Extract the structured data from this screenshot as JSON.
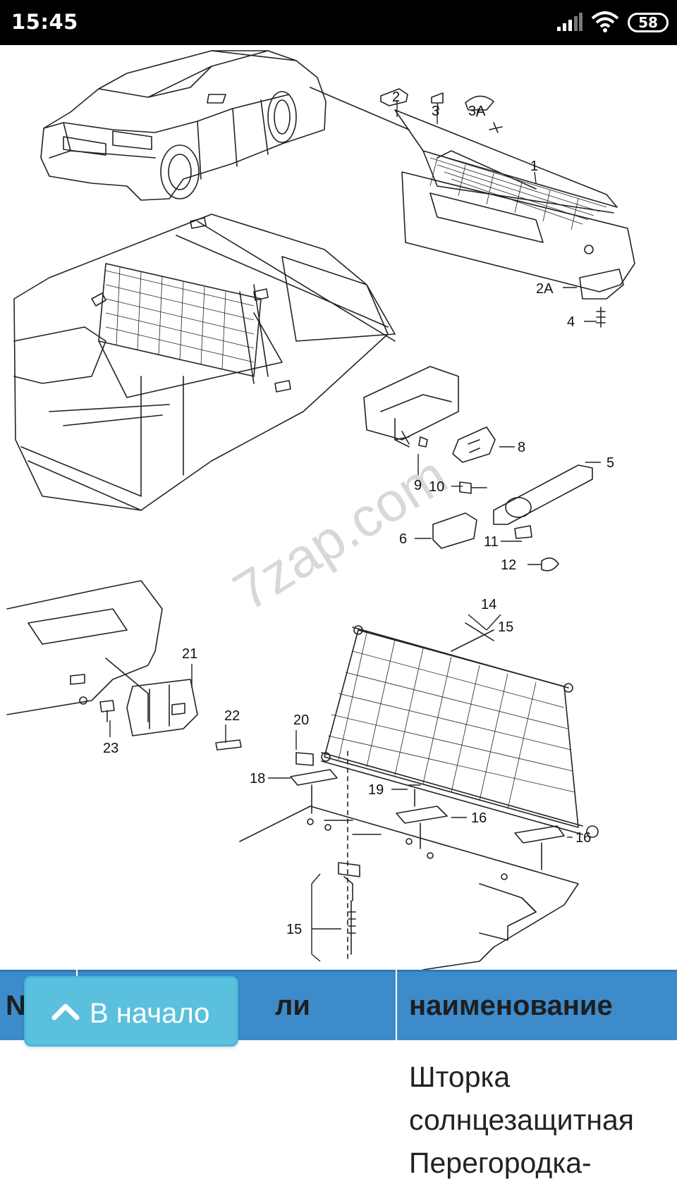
{
  "status_bar": {
    "time": "15:45",
    "battery_level": "58",
    "icons": [
      "signal-icon",
      "wifi-icon",
      "battery-icon"
    ]
  },
  "diagram": {
    "watermark": "7zap.com",
    "callouts": [
      "1",
      "2",
      "2A",
      "3",
      "3A",
      "4",
      "5",
      "6",
      "8",
      "9",
      "10",
      "11",
      "12",
      "14",
      "15",
      "15",
      "16",
      "16",
      "18",
      "19",
      "20",
      "21",
      "22",
      "23"
    ]
  },
  "table": {
    "headers": [
      "N",
      "ли",
      "наименование"
    ],
    "rows": [
      {
        "name": "Шторка\nсолнцезащитная\nПерегородка-"
      }
    ]
  },
  "back_to_top": {
    "label": "В начало",
    "icon": "chevron-up-icon"
  },
  "colors": {
    "table_header": "#3d8bca",
    "button": "#5bc0de",
    "status_bar": "#000000"
  }
}
